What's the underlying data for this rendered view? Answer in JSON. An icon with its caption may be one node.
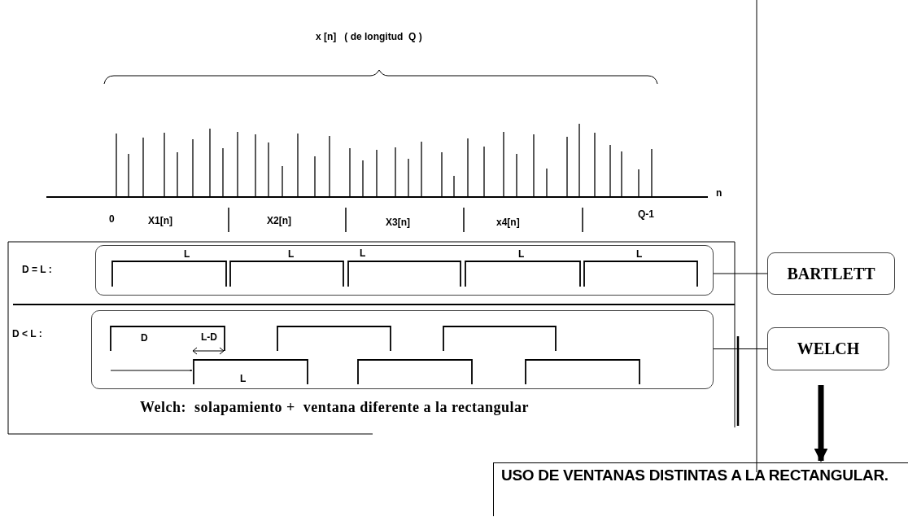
{
  "diagram": {
    "nodes": [
      {
        "text": [
          "L",
          "L",
          "L",
          "L",
          "L"
        ]
      },
      {
        "text": [
          "D",
          "L-D",
          "L"
        ]
      },
      {
        "text": [
          "BARTLETT"
        ]
      },
      {
        "text": [
          "WELCH"
        ]
      },
      {
        "text": [
          "USO DE VENTANAS DISTINTAS A LA RECTANGULAR."
        ]
      }
    ],
    "edges": [
      {
        "from": 0,
        "to": 2,
        "arrow": "none"
      },
      {
        "from": 1,
        "to": 3,
        "arrow": "none"
      },
      {
        "from": 3,
        "to": 4,
        "arrow": "to",
        "style": "thick"
      }
    ],
    "labels": [
      "x [n]   ( de longitud  Q )",
      "n",
      "0",
      "X1[n]",
      "X2[n]",
      "X3[n]",
      "x4[n]",
      "Q-1",
      "D = L :",
      "D < L :",
      "Welch:  solapamiento +  ventana diferente a la rectangular"
    ]
  }
}
